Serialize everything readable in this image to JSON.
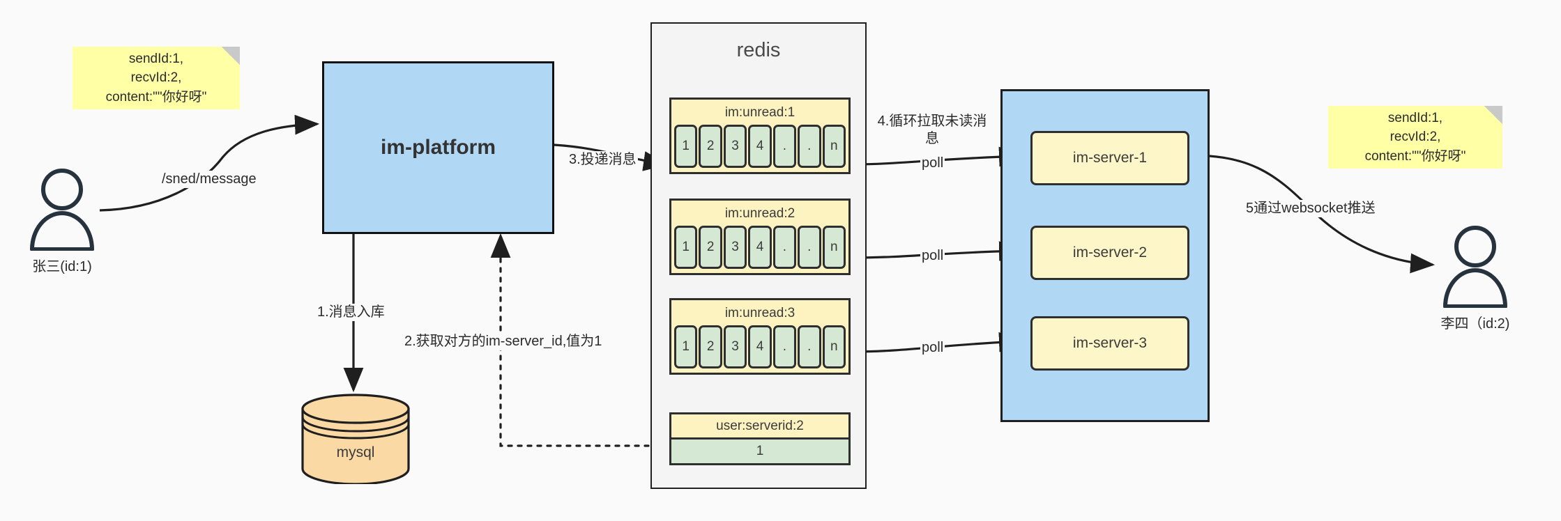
{
  "diagram": {
    "title": "IM message delivery architecture",
    "colors": {
      "sticky": "#ffffa6",
      "platform_fill": "#b0d8f5",
      "redis_fill": "#f4f4f4",
      "list_fill": "#fcf3c0",
      "cell_fill": "#d5e8d4",
      "server_fill": "#fdf6c8",
      "mysql_fill": "#fbd9a5",
      "stroke": "#1f1f1f"
    }
  },
  "notes": {
    "left": "sendId:1,\nrecvId:2,\ncontent:\"\"你好呀\"",
    "right": "sendId:1,\nrecvId:2,\ncontent:\"\"你好呀\""
  },
  "actors": {
    "sender": {
      "name": "张三(id:1)"
    },
    "receiver": {
      "name": "李四（id:2)"
    }
  },
  "platform": {
    "label": "im-platform"
  },
  "mysql": {
    "label": "mysql"
  },
  "redis": {
    "title": "redis",
    "lists": [
      {
        "key": "im:unread:1",
        "cells": [
          "1",
          "2",
          "3",
          "4",
          ".",
          ".",
          "n"
        ]
      },
      {
        "key": "im:unread:2",
        "cells": [
          "1",
          "2",
          "3",
          "4",
          ".",
          ".",
          "n"
        ]
      },
      {
        "key": "im:unread:3",
        "cells": [
          "1",
          "2",
          "3",
          "4",
          ".",
          ".",
          "n"
        ]
      }
    ],
    "kv": {
      "key": "user:serverid:2",
      "value": "1"
    }
  },
  "cluster": {
    "servers": [
      {
        "label": "im-server-1"
      },
      {
        "label": "im-server-2"
      },
      {
        "label": "im-server-3"
      }
    ]
  },
  "edges": {
    "send_message": "/sned/message",
    "step1": "1.消息入库",
    "step2": "2.获取对方的im-server_id,值为1",
    "step3": "3.投递消息",
    "step4": "4.循环拉取未读消息",
    "poll1": "poll",
    "poll2": "poll",
    "poll3": "poll",
    "step5": "5通过websocket推送"
  }
}
